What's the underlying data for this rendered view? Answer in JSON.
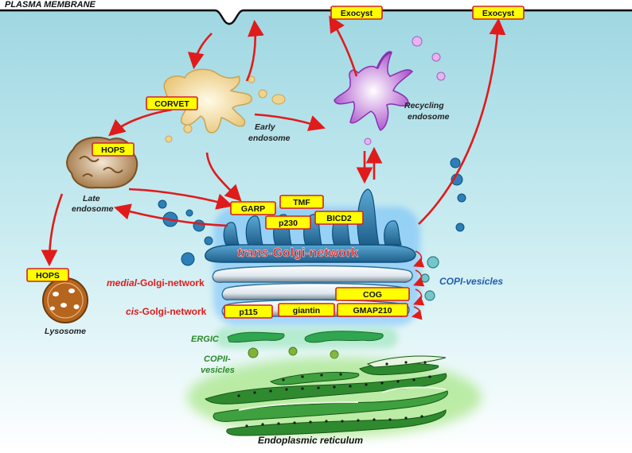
{
  "labels": {
    "plasma_membrane": "PLASMA MEMBRANE",
    "early_endosome_line1": "Early",
    "early_endosome_line2": "endosome",
    "late_endosome_line1": "Late",
    "late_endosome_line2": "endosome",
    "lysosome": "Lysosome",
    "recycling_line1": "Recycling",
    "recycling_line2": "endosome",
    "trans_prefix": "trans",
    "trans_suffix": "-Golgi-network",
    "medial_prefix": "medial",
    "medial_suffix": "-Golgi-network",
    "cis_prefix": "cis",
    "cis_suffix": "-Golgi-network",
    "copi_prefix": "COPI",
    "copi_suffix": "-vesicles",
    "ergic": "ERGIC",
    "copii_line1": "COPII-",
    "copii_line2": "vesicles",
    "er": "Endoplasmic reticulum"
  },
  "tags": {
    "exocyst_1": "Exocyst",
    "exocyst_2": "Exocyst",
    "corvet": "CORVET",
    "hops_late": "HOPS",
    "hops_lyso": "HOPS",
    "garp": "GARP",
    "tmf": "TMF",
    "p230": "p230",
    "bicd2": "BICD2",
    "cog": "COG",
    "p115": "p115",
    "giantin": "giantin",
    "gmap210": "GMAP210"
  },
  "colors": {
    "cytoplasm": "#a9dde6",
    "arrow": "#e01b1b",
    "tag_fill": "#ffff00",
    "tag_border": "#d62020",
    "golgi_trans": "#2d7fb0",
    "golgi_glow": "#3aa0ff",
    "early_endosome": "#f2d38c",
    "late_endosome": "#b98a4e",
    "lysosome": "#b5651d",
    "recycling": "#c062e0",
    "er": "#2f8a2f",
    "ergic": "#2fa64f",
    "label_red": "#e01b1b",
    "label_blue": "#1f5fb0",
    "label_green": "#2a8a2a"
  }
}
